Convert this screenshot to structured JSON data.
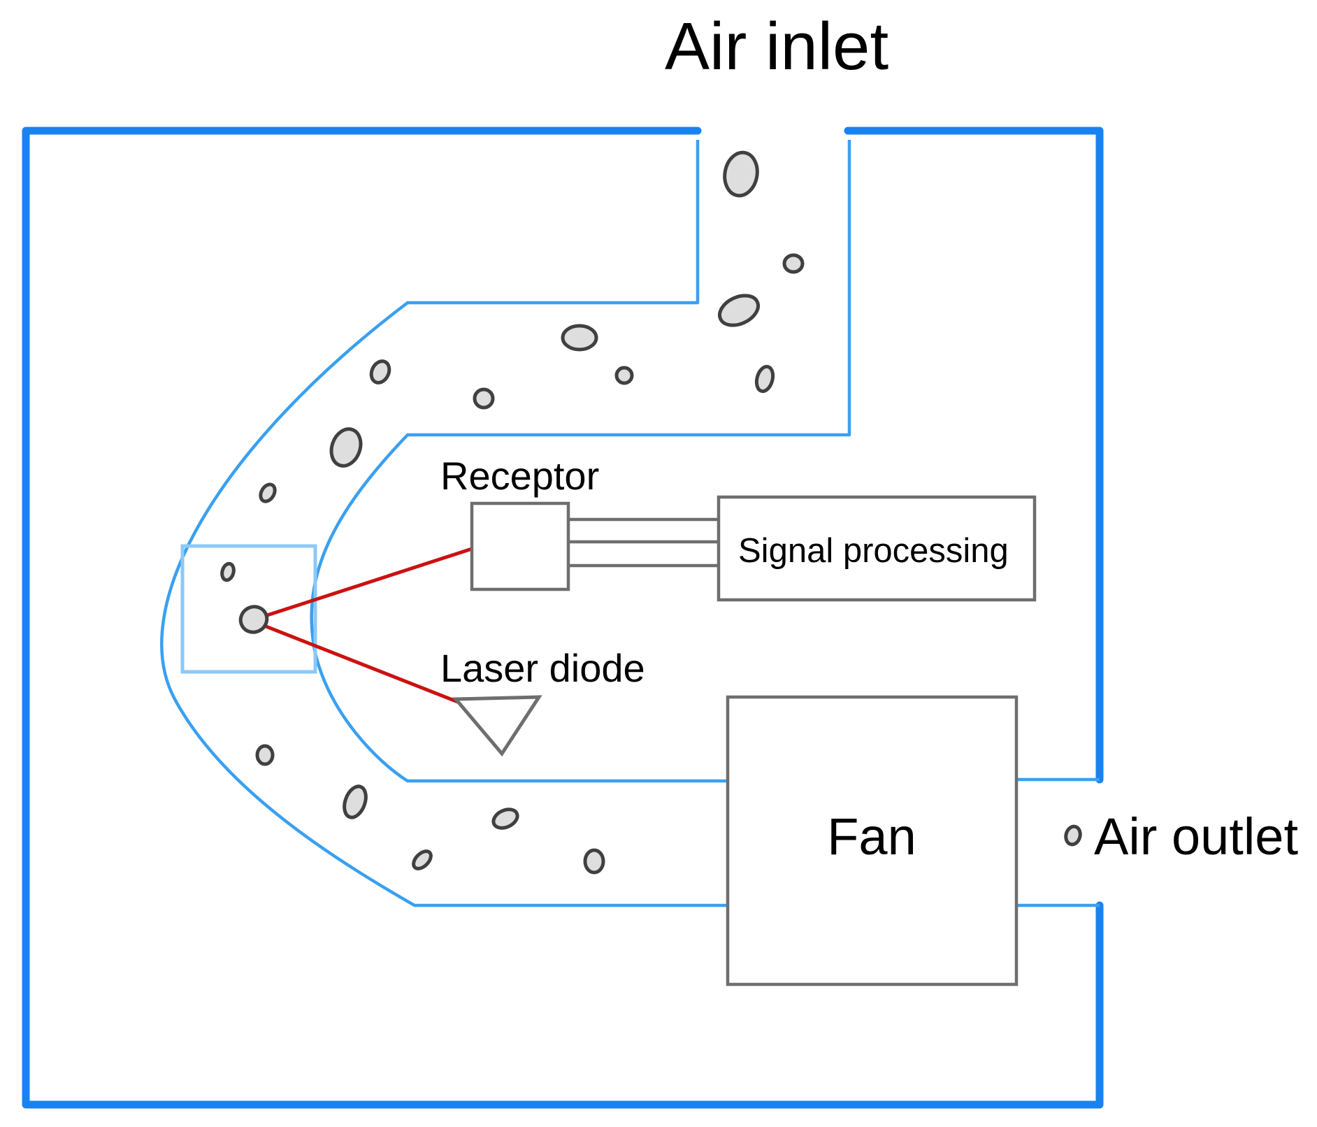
{
  "labels": {
    "air_inlet": "Air inlet",
    "air_outlet": "Air outlet",
    "receptor": "Receptor",
    "signal_processing": "Signal processing",
    "laser_diode": "Laser diode",
    "fan": "Fan"
  },
  "colors": {
    "housing": "#1a82f0",
    "channel": "#3aa0f0",
    "detection_zone": "#8cc8f8",
    "laser_beam": "#cc1111",
    "component_outline": "#6e6e6e",
    "particle_fill": "#dedede",
    "particle_stroke": "#404040",
    "text": "#000000"
  }
}
